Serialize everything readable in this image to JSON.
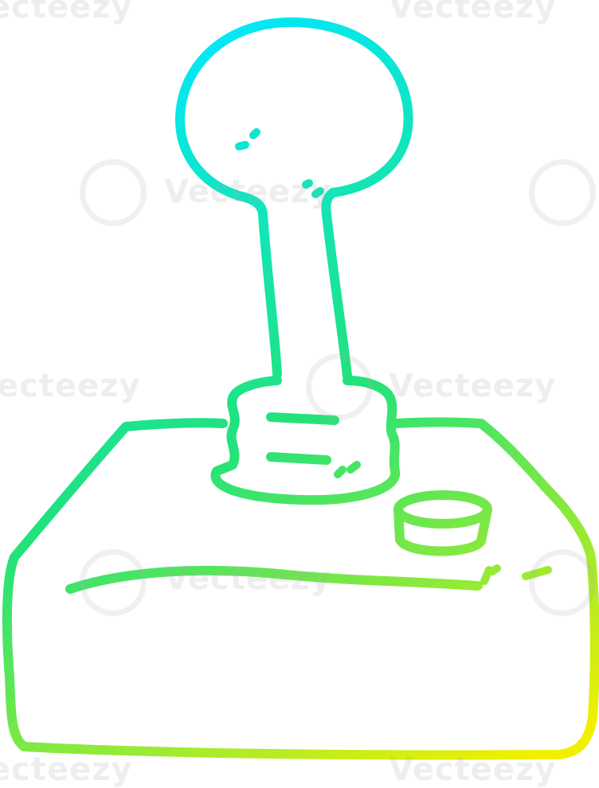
{
  "illustration": {
    "subject": "cartoon joystick",
    "style": "line drawing with cold-to-warm gradient stroke",
    "colors": {
      "gradient_start": "#00e8ff",
      "gradient_mid": "#22e27a",
      "gradient_end": "#f0f000",
      "background": "#ffffff"
    }
  },
  "watermark": {
    "text": "Vecteezy",
    "partial_text": "ecteezy"
  }
}
